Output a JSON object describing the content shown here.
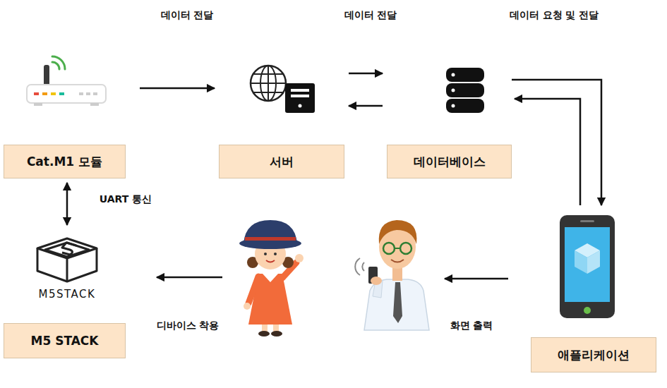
{
  "diagram": {
    "nodes": [
      {
        "text": [
          "Cat.M1 모듈"
        ]
      },
      {
        "text": [
          "서버"
        ]
      },
      {
        "text": [
          "데이터베이스"
        ]
      },
      {
        "text": [
          "M5 STACK"
        ]
      },
      {
        "text": [
          "애플리케이션"
        ]
      }
    ],
    "edges": [
      {
        "from": 0,
        "to": 1,
        "arrow": "to"
      },
      {
        "from": 1,
        "to": 2,
        "arrow": "to"
      },
      {
        "from": 2,
        "to": 1,
        "arrow": "to"
      },
      {
        "from": 2,
        "to": 4,
        "arrow": "to"
      },
      {
        "from": 4,
        "to": 2,
        "arrow": "to"
      },
      {
        "from": 0,
        "to": 3,
        "arrow": "both",
        "label": "UART 통신"
      }
    ],
    "labels": [
      "데이터 전달",
      "데이터 전달",
      "데이터 요청 및 전달",
      "화면 출력",
      "디바이스 착용",
      "M5STACK"
    ]
  }
}
